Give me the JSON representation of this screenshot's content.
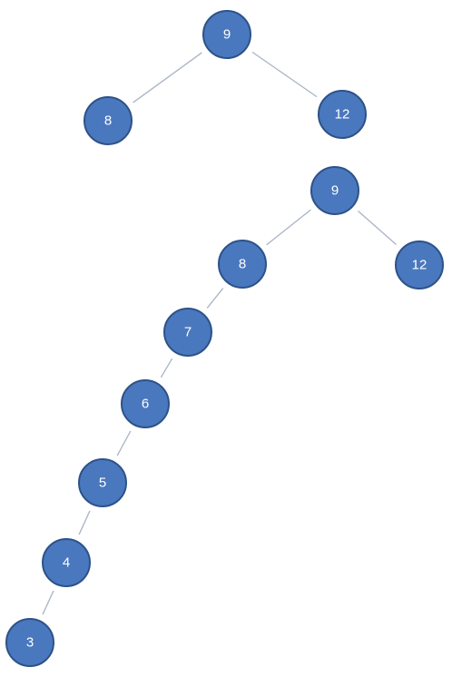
{
  "colors": {
    "node_fill": "#4a78be",
    "node_stroke": "#2d5288",
    "edge": "#a9b4c4",
    "label": "#ffffff"
  },
  "trees": [
    {
      "nodes": [
        {
          "id": "t1-9",
          "label": "9"
        },
        {
          "id": "t1-8",
          "label": "8"
        },
        {
          "id": "t1-12",
          "label": "12"
        }
      ],
      "edges": [
        {
          "from": "t1-9",
          "to": "t1-8"
        },
        {
          "from": "t1-9",
          "to": "t1-12"
        }
      ]
    },
    {
      "nodes": [
        {
          "id": "t2-9",
          "label": "9"
        },
        {
          "id": "t2-8",
          "label": "8"
        },
        {
          "id": "t2-12",
          "label": "12"
        },
        {
          "id": "t2-7",
          "label": "7"
        },
        {
          "id": "t2-6",
          "label": "6"
        },
        {
          "id": "t2-5",
          "label": "5"
        },
        {
          "id": "t2-4",
          "label": "4"
        },
        {
          "id": "t2-3",
          "label": "3"
        }
      ],
      "edges": [
        {
          "from": "t2-9",
          "to": "t2-8"
        },
        {
          "from": "t2-9",
          "to": "t2-12"
        },
        {
          "from": "t2-8",
          "to": "t2-7"
        },
        {
          "from": "t2-7",
          "to": "t2-6"
        },
        {
          "from": "t2-6",
          "to": "t2-5"
        },
        {
          "from": "t2-5",
          "to": "t2-4"
        },
        {
          "from": "t2-4",
          "to": "t2-3"
        }
      ]
    }
  ]
}
